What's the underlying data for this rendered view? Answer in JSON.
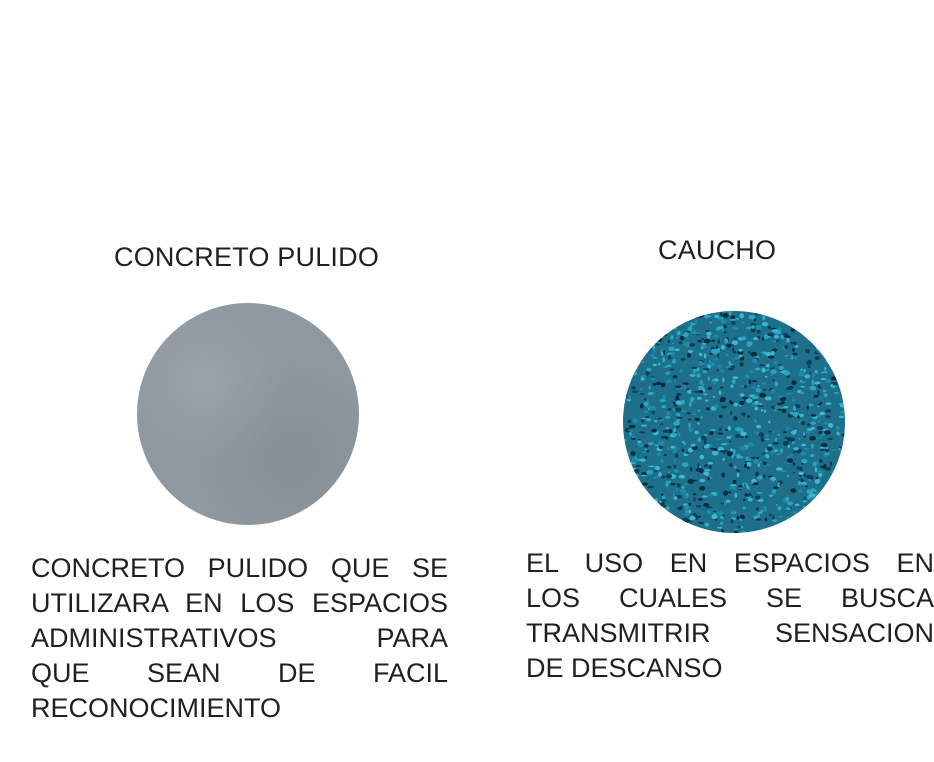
{
  "left": {
    "title": "CONCRETO PULIDO",
    "swatch": "polished-concrete-texture",
    "swatch_color": "#8f989f",
    "description_lines": [
      "CONCRETO PULIDO QUE SE",
      "UTILIZARA EN LOS ESPACIOS",
      "ADMINISTRATIVOS PARA",
      "QUE SEAN DE FACIL",
      "RECONOCIMIENTO"
    ]
  },
  "right": {
    "title": "CAUCHO",
    "swatch": "rubber-granule-texture",
    "swatch_color": "#1d8aa8",
    "description_lines": [
      "EL USO EN ESPACIOS EN",
      "LOS CUALES SE BUSCA",
      "TRANSMITRIR SENSACION",
      "DE DESCANSO"
    ]
  }
}
